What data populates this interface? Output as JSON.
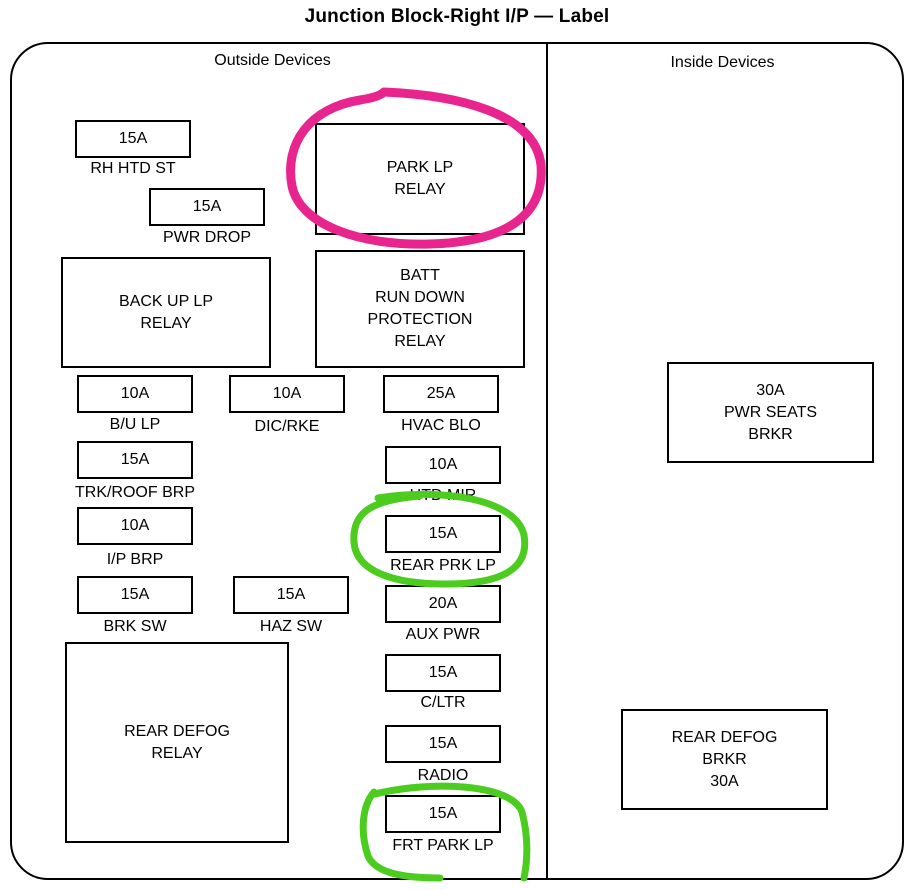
{
  "title": "Junction Block-Right I/P — Label",
  "sections": {
    "outside": "Outside  Devices",
    "inside": "Inside  Devices"
  },
  "fuses": {
    "rh_htd_st": {
      "rating": "15A",
      "label": "RH HTD ST"
    },
    "pwr_drop": {
      "rating": "15A",
      "label": "PWR DROP"
    },
    "bu_lp": {
      "rating": "10A",
      "label": "B/U LP"
    },
    "dic_rke": {
      "rating": "10A",
      "label": "DIC/RKE"
    },
    "hvac_blo": {
      "rating": "25A",
      "label": "HVAC BLO"
    },
    "trk_roof_brp": {
      "rating": "15A",
      "label": "TRK/ROOF BRP"
    },
    "htd_mir": {
      "rating": "10A",
      "label": "HTD MIR"
    },
    "ip_brp": {
      "rating": "10A",
      "label": "I/P BRP"
    },
    "rear_prk_lp": {
      "rating": "15A",
      "label": "REAR PRK LP"
    },
    "brk_sw": {
      "rating": "15A",
      "label": "BRK SW"
    },
    "haz_sw": {
      "rating": "15A",
      "label": "HAZ SW"
    },
    "aux_pwr": {
      "rating": "20A",
      "label": "AUX PWR"
    },
    "c_ltr": {
      "rating": "15A",
      "label": "C/LTR"
    },
    "radio": {
      "rating": "15A",
      "label": "RADIO"
    },
    "frt_park_lp": {
      "rating": "15A",
      "label": "FRT PARK LP"
    }
  },
  "relays": {
    "park_lp": "PARK LP\nRELAY",
    "back_up_lp": "BACK UP LP\nRELAY",
    "batt_run_down": "BATT\nRUN DOWN\nPROTECTION\nRELAY",
    "rear_defog": "REAR DEFOG\nRELAY"
  },
  "breakers": {
    "pwr_seats": "30A\nPWR SEATS\nBRKR",
    "rear_defog": "REAR DEFOG\nBRKR\n30A"
  },
  "highlight_colors": {
    "magenta": "#e8248f",
    "green": "#4ccc1e"
  }
}
